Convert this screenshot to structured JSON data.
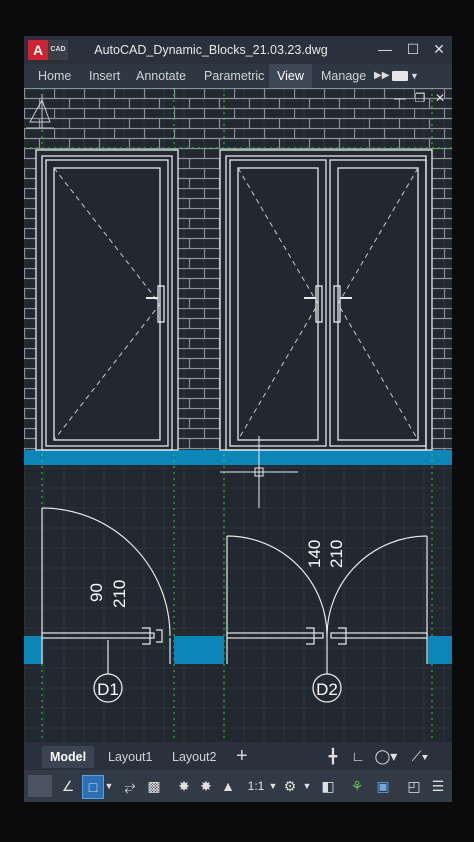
{
  "window": {
    "title": "AutoCAD_Dynamic_Blocks_21.03.23.dwg",
    "logo_letter": "A",
    "logo_sub": "CAD"
  },
  "ribbon": {
    "tabs": [
      {
        "label": "Home"
      },
      {
        "label": "Insert"
      },
      {
        "label": "Annotate"
      },
      {
        "label": "Parametric"
      },
      {
        "label": "View",
        "active": true
      },
      {
        "label": "Manage"
      }
    ],
    "overflow_icon": "double-chevron-right-icon"
  },
  "drawing": {
    "colors": {
      "background": "#212830",
      "lines": "#e9e9e9",
      "brick": "#8b919a",
      "slab": "#0b86b6",
      "green_dashed": "#2fd12f",
      "hidden_dashed": "#c9c9c9"
    },
    "dimensions": {
      "left_width": "90",
      "left_height": "210",
      "right_width": "140",
      "right_height": "210"
    },
    "tags": {
      "left": "D1",
      "right": "D2"
    }
  },
  "layout_tabs": {
    "items": [
      {
        "label": "Model",
        "active": true
      },
      {
        "label": "Layout1"
      },
      {
        "label": "Layout2"
      }
    ],
    "add_label": "+"
  },
  "status": {
    "scale": "1:1"
  }
}
